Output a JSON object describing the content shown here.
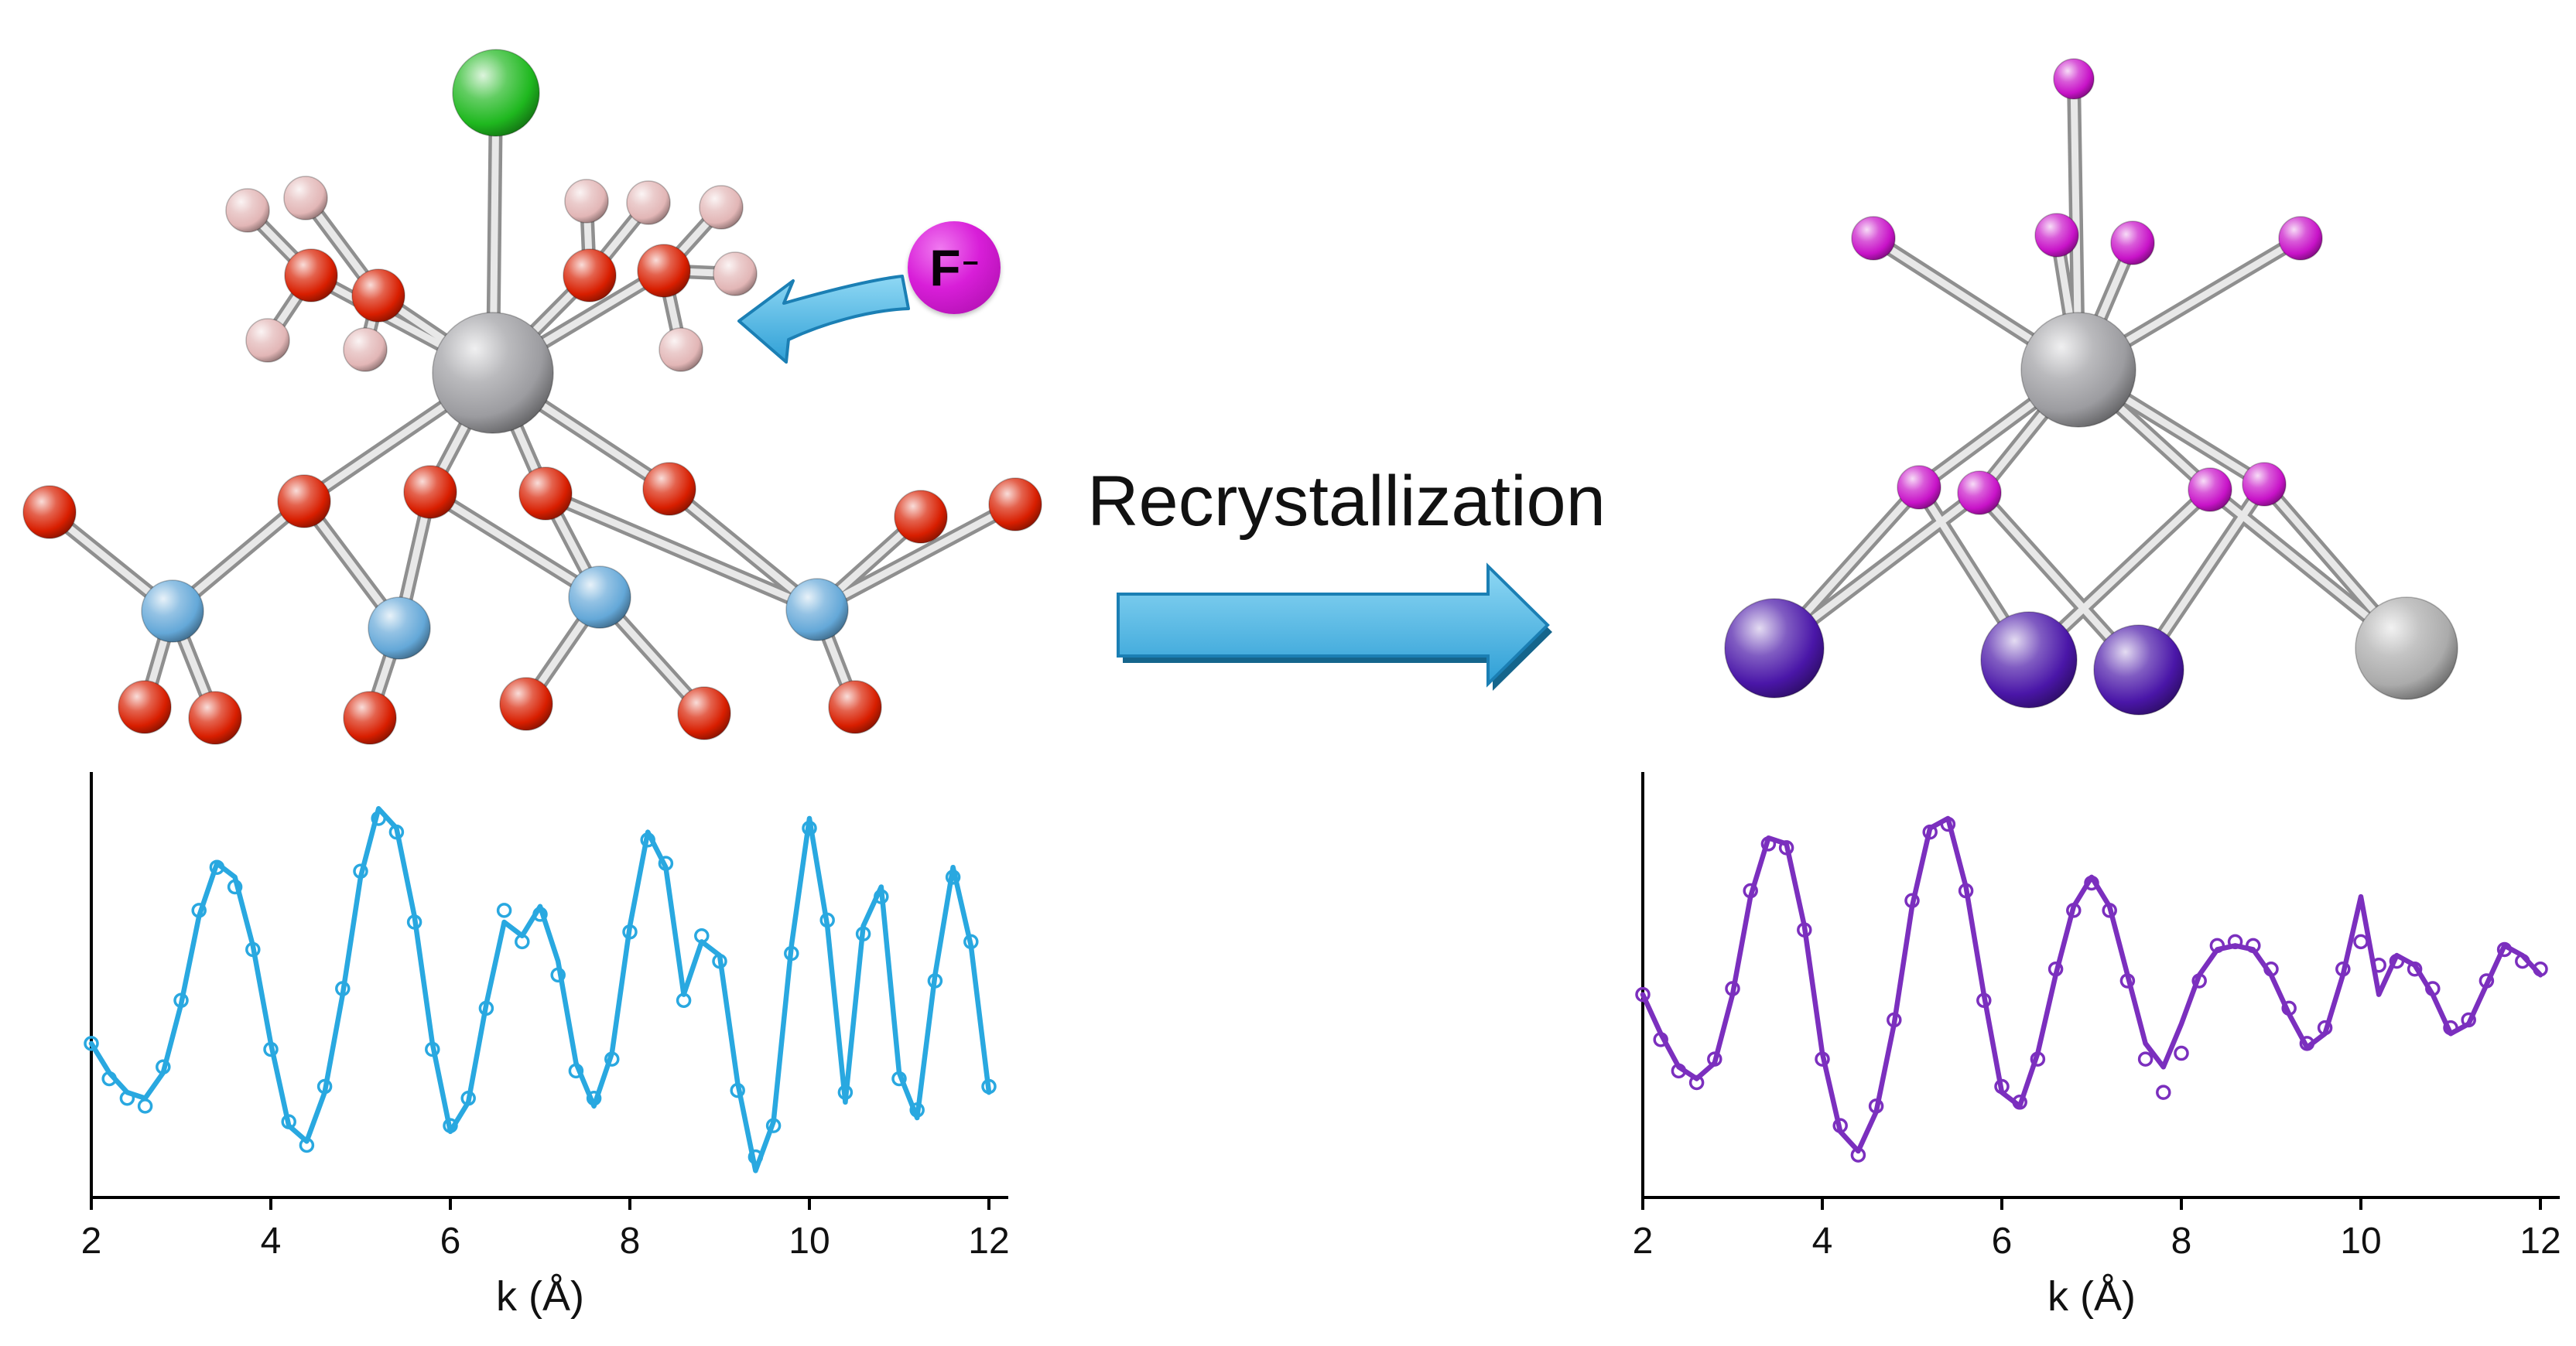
{
  "labels": {
    "recrystallization": "Recrystallization",
    "fluoride_symbol": "F",
    "fluoride_charge": "−"
  },
  "colors": {
    "background": "#ffffff",
    "text": "#111111",
    "arrow_fill_light": "#8fd8f4",
    "arrow_fill_dark": "#2e9fd6",
    "arrow_outline": "#1b7fb4",
    "arrow_shadow": "#15658c",
    "fluoride_badge": "#c813c8",
    "left_chart": "#29a8e0",
    "right_chart": "#7b2fbe",
    "bond_outer": "#8f8f8f",
    "bond_inner": "#e8e8e8",
    "atoms": {
      "green": "#1fb81f",
      "gray": "#9c9ca0",
      "red": "#d81e00",
      "pink": "#e2b6b6",
      "blue": "#64a8d8",
      "magenta": "#c813c8",
      "purple": "#4a16a8",
      "silver": "#ababab"
    }
  },
  "molecules": {
    "left": {
      "atoms": [
        [
          641,
          120,
          56,
          "green"
        ],
        [
          637,
          482,
          78,
          "gray"
        ],
        [
          402,
          356,
          34,
          "red"
        ],
        [
          489,
          382,
          34,
          "red"
        ],
        [
          762,
          356,
          34,
          "red"
        ],
        [
          858,
          350,
          34,
          "red"
        ],
        [
          320,
          272,
          28,
          "pink"
        ],
        [
          395,
          256,
          28,
          "pink"
        ],
        [
          346,
          440,
          28,
          "pink"
        ],
        [
          472,
          452,
          28,
          "pink"
        ],
        [
          758,
          260,
          28,
          "pink"
        ],
        [
          838,
          262,
          28,
          "pink"
        ],
        [
          932,
          268,
          28,
          "pink"
        ],
        [
          950,
          354,
          28,
          "pink"
        ],
        [
          880,
          452,
          28,
          "pink"
        ],
        [
          393,
          648,
          34,
          "red"
        ],
        [
          556,
          636,
          34,
          "red"
        ],
        [
          705,
          638,
          34,
          "red"
        ],
        [
          865,
          632,
          34,
          "red"
        ],
        [
          64,
          662,
          34,
          "red"
        ],
        [
          1190,
          668,
          34,
          "red"
        ],
        [
          1312,
          652,
          34,
          "red"
        ],
        [
          223,
          790,
          40,
          "blue"
        ],
        [
          516,
          812,
          40,
          "blue"
        ],
        [
          775,
          772,
          40,
          "blue"
        ],
        [
          1056,
          788,
          40,
          "blue"
        ],
        [
          187,
          914,
          34,
          "red"
        ],
        [
          278,
          928,
          34,
          "red"
        ],
        [
          478,
          928,
          34,
          "red"
        ],
        [
          680,
          910,
          34,
          "red"
        ],
        [
          910,
          922,
          34,
          "red"
        ],
        [
          1105,
          914,
          34,
          "red"
        ]
      ],
      "bonds": [
        [
          0,
          1
        ],
        [
          1,
          2
        ],
        [
          1,
          3
        ],
        [
          1,
          4
        ],
        [
          1,
          5
        ],
        [
          2,
          6
        ],
        [
          2,
          8
        ],
        [
          3,
          7
        ],
        [
          3,
          9
        ],
        [
          4,
          10
        ],
        [
          4,
          11
        ],
        [
          5,
          12
        ],
        [
          5,
          13
        ],
        [
          5,
          14
        ],
        [
          1,
          15
        ],
        [
          1,
          16
        ],
        [
          1,
          17
        ],
        [
          1,
          18
        ],
        [
          22,
          19
        ],
        [
          22,
          15
        ],
        [
          22,
          26
        ],
        [
          22,
          27
        ],
        [
          23,
          15
        ],
        [
          23,
          16
        ],
        [
          23,
          28
        ],
        [
          24,
          16
        ],
        [
          24,
          17
        ],
        [
          24,
          29
        ],
        [
          24,
          30
        ],
        [
          25,
          17
        ],
        [
          25,
          18
        ],
        [
          25,
          20
        ],
        [
          25,
          21
        ],
        [
          25,
          31
        ]
      ]
    },
    "right": {
      "atoms": [
        [
          2680,
          102,
          26,
          "magenta"
        ],
        [
          2686,
          478,
          74,
          "gray"
        ],
        [
          2421,
          308,
          28,
          "magenta"
        ],
        [
          2658,
          304,
          28,
          "magenta"
        ],
        [
          2756,
          314,
          28,
          "magenta"
        ],
        [
          2973,
          308,
          28,
          "magenta"
        ],
        [
          2480,
          630,
          28,
          "magenta"
        ],
        [
          2558,
          637,
          28,
          "magenta"
        ],
        [
          2856,
          633,
          28,
          "magenta"
        ],
        [
          2926,
          626,
          28,
          "magenta"
        ],
        [
          2293,
          838,
          64,
          "purple"
        ],
        [
          2622,
          853,
          62,
          "purple"
        ],
        [
          2764,
          866,
          58,
          "purple"
        ],
        [
          3110,
          838,
          66,
          "silver"
        ]
      ],
      "bonds": [
        [
          1,
          0
        ],
        [
          1,
          2
        ],
        [
          1,
          3
        ],
        [
          1,
          4
        ],
        [
          1,
          5
        ],
        [
          1,
          6
        ],
        [
          1,
          7
        ],
        [
          1,
          8
        ],
        [
          1,
          9
        ],
        [
          6,
          10
        ],
        [
          6,
          11
        ],
        [
          7,
          10
        ],
        [
          7,
          12
        ],
        [
          8,
          11
        ],
        [
          8,
          13
        ],
        [
          9,
          12
        ],
        [
          9,
          13
        ]
      ]
    }
  },
  "chart_data": [
    {
      "type": "line",
      "title": "",
      "xlabel": "k (Å)",
      "ylabel": "",
      "xlim": [
        2,
        12
      ],
      "ylim": [
        -1,
        1
      ],
      "xticks": [
        2,
        4,
        6,
        8,
        10,
        12
      ],
      "grid": false,
      "legend_position": "none",
      "x": [
        2,
        2.2,
        2.4,
        2.6,
        2.8,
        3,
        3.2,
        3.4,
        3.6,
        3.8,
        4,
        4.2,
        4.4,
        4.6,
        4.8,
        5,
        5.2,
        5.4,
        5.6,
        5.8,
        6,
        6.2,
        6.4,
        6.6,
        6.8,
        7,
        7.2,
        7.4,
        7.6,
        7.8,
        8,
        8.2,
        8.4,
        8.6,
        8.8,
        9,
        9.2,
        9.4,
        9.6,
        9.8,
        10,
        10.2,
        10.4,
        10.6,
        10.8,
        11,
        11.2,
        11.4,
        11.6,
        11.8,
        12
      ],
      "series": [
        {
          "name": "fit",
          "style": "line",
          "color": "#29a8e0",
          "y": [
            -0.3,
            -0.45,
            -0.55,
            -0.58,
            -0.45,
            -0.1,
            0.35,
            0.62,
            0.55,
            0.2,
            -0.3,
            -0.72,
            -0.8,
            -0.55,
            -0.05,
            0.55,
            0.9,
            0.8,
            0.35,
            -0.3,
            -0.75,
            -0.6,
            -0.1,
            0.32,
            0.25,
            0.4,
            0.12,
            -0.4,
            -0.62,
            -0.35,
            0.3,
            0.78,
            0.6,
            -0.05,
            0.22,
            0.15,
            -0.5,
            -0.95,
            -0.7,
            0.2,
            0.85,
            0.3,
            -0.6,
            0.3,
            0.5,
            -0.45,
            -0.68,
            0.05,
            0.6,
            0.2,
            -0.55
          ]
        },
        {
          "name": "data",
          "style": "open-circles",
          "color": "#29a8e0",
          "y": [
            -0.3,
            -0.48,
            -0.58,
            -0.62,
            -0.42,
            -0.08,
            0.38,
            0.6,
            0.5,
            0.18,
            -0.33,
            -0.7,
            -0.82,
            -0.52,
            -0.02,
            0.58,
            0.85,
            0.78,
            0.32,
            -0.33,
            -0.72,
            -0.58,
            -0.12,
            0.38,
            0.22,
            0.36,
            0.05,
            -0.44,
            -0.58,
            -0.38,
            0.27,
            0.74,
            0.62,
            -0.08,
            0.25,
            0.12,
            -0.54,
            -0.88,
            -0.72,
            0.16,
            0.8,
            0.33,
            -0.55,
            0.26,
            0.45,
            -0.48,
            -0.64,
            0.02,
            0.55,
            0.22,
            -0.52
          ]
        }
      ]
    },
    {
      "type": "line",
      "title": "",
      "xlabel": "k (Å)",
      "ylabel": "",
      "xlim": [
        2,
        12
      ],
      "ylim": [
        -1,
        1
      ],
      "xticks": [
        2,
        4,
        6,
        8,
        10,
        12
      ],
      "grid": false,
      "legend_position": "none",
      "x": [
        2,
        2.2,
        2.4,
        2.6,
        2.8,
        3,
        3.2,
        3.4,
        3.6,
        3.8,
        4,
        4.2,
        4.4,
        4.6,
        4.8,
        5,
        5.2,
        5.4,
        5.6,
        5.8,
        6,
        6.2,
        6.4,
        6.6,
        6.8,
        7,
        7.2,
        7.4,
        7.6,
        7.8,
        8,
        8.2,
        8.4,
        8.6,
        8.8,
        9,
        9.2,
        9.4,
        9.6,
        9.8,
        10,
        10.2,
        10.4,
        10.6,
        10.8,
        11,
        11.2,
        11.4,
        11.6,
        11.8,
        12
      ],
      "series": [
        {
          "name": "fit",
          "style": "line",
          "color": "#7b2fbe",
          "y": [
            -0.05,
            -0.25,
            -0.42,
            -0.48,
            -0.4,
            -0.05,
            0.45,
            0.75,
            0.72,
            0.3,
            -0.35,
            -0.75,
            -0.85,
            -0.65,
            -0.2,
            0.4,
            0.8,
            0.85,
            0.5,
            -0.05,
            -0.55,
            -0.62,
            -0.35,
            0.05,
            0.4,
            0.55,
            0.4,
            0.05,
            -0.3,
            -0.42,
            -0.2,
            0.05,
            0.18,
            0.2,
            0.18,
            0.05,
            -0.15,
            -0.32,
            -0.25,
            0.05,
            0.45,
            -0.05,
            0.15,
            0.1,
            -0.05,
            -0.25,
            -0.2,
            0.0,
            0.2,
            0.15,
            0.05
          ]
        },
        {
          "name": "data",
          "style": "open-circles",
          "color": "#7b2fbe",
          "y": [
            -0.05,
            -0.28,
            -0.44,
            -0.5,
            -0.38,
            -0.02,
            0.48,
            0.72,
            0.7,
            0.28,
            -0.38,
            -0.72,
            -0.87,
            -0.62,
            -0.18,
            0.43,
            0.78,
            0.82,
            0.48,
            -0.08,
            -0.52,
            -0.6,
            -0.38,
            0.08,
            0.38,
            0.52,
            0.38,
            0.02,
            -0.38,
            -0.55,
            -0.35,
            0.02,
            0.2,
            0.22,
            0.2,
            0.08,
            -0.12,
            -0.3,
            -0.22,
            0.08,
            0.22,
            0.1,
            0.12,
            0.08,
            -0.02,
            -0.22,
            -0.18,
            0.02,
            0.18,
            0.12,
            0.08
          ]
        }
      ]
    }
  ]
}
